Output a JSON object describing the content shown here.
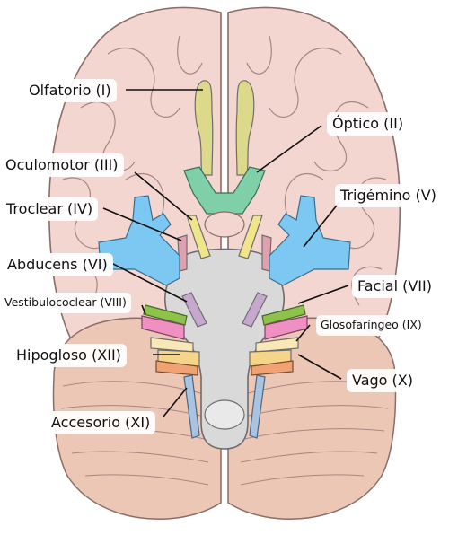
{
  "colors": {
    "cerebrum": "#f3d6d0",
    "cerebrum_outline": "#8a6d68",
    "cerebellum": "#ecc7b6",
    "brainstem": "#d9d9d9",
    "olfactory": "#dcd98a",
    "optic": "#7fd0a8",
    "oculomotor": "#f1e58a",
    "trochlear": "#e0a0b0",
    "trigeminal": "#7cc8f2",
    "abducens": "#c6a8cf",
    "facial": "#8fc24a",
    "vestibulocochlear": "#ef8fc2",
    "glossopharyngeal": "#f7e8b5",
    "vagus": "#f0a272",
    "accessory": "#a9c4e0",
    "hypoglossal": "#f4d58a"
  },
  "labels": {
    "olfatorio": "Olfatorio (I)",
    "optico": "Óptico (II)",
    "oculomotor": "Oculomotor (III)",
    "troclear": "Troclear (IV)",
    "trigemino": "Trigémino (V)",
    "abducens": "Abducens (VI)",
    "facial": "Facial (VII)",
    "vestibulococlear": "Vestibulococlear (VIII)",
    "glosofaringeo": "Glosofaríngeo (IX)",
    "vago": "Vago (X)",
    "hipogloso": "Hipogloso (XII)",
    "accesorio": "Accesorio (XI)"
  }
}
